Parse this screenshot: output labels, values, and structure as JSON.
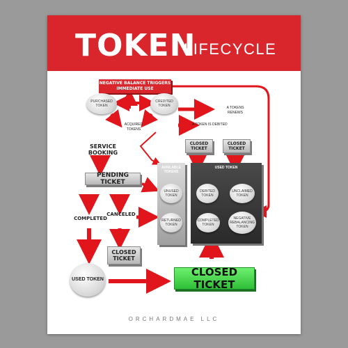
{
  "title": {
    "main": "TOKEN",
    "sub": "LIFECYCLE"
  },
  "nodes": {
    "negative_balance": "NEGATIVE BALANCE TRIGGERS IMMEDIATE USE",
    "purchased_token": "PURCHASED TOKEN",
    "credited_token": "CREDITED TOKEN",
    "acquired_tokens": "ACQUIRED TOKENS",
    "a_tokens_renews": "A TOKENS RENEWS",
    "a_token_is_debited": "A TOKEN IS DEBITED",
    "closed_ticket_1": "CLOSED TICKET",
    "closed_ticket_2": "CLOSED TICKET",
    "service_booking": "SERVICE BOOKING",
    "pending_ticket": "PENDING TICKET",
    "available_tokens": "AVAILABLE TOKENS",
    "used_token_panel": "USED TOKEN",
    "unused_token": "UNUSED TOKEN",
    "returned_token": "RETURNED TOKEN",
    "debited_token": "DEBITED TOKEN",
    "unclaimed_token": "UNCLAIMED TOKEN",
    "completed_token": "COMPLETED TOKEN",
    "negative_rebalancing_token": "NEGATIVE REBALANCING TOKEN",
    "completed": "COMPLETED",
    "canceled": "CANCELED",
    "closed_ticket_3": "CLOSED TICKET",
    "used_token": "USED TOKEN",
    "closed_ticket_big": "CLOSED TICKET"
  },
  "footer": "ORCHARDMAE LLC",
  "colors": {
    "banner": "#d9262c",
    "arrow": "#e0161c",
    "green": "#3fd64a"
  }
}
